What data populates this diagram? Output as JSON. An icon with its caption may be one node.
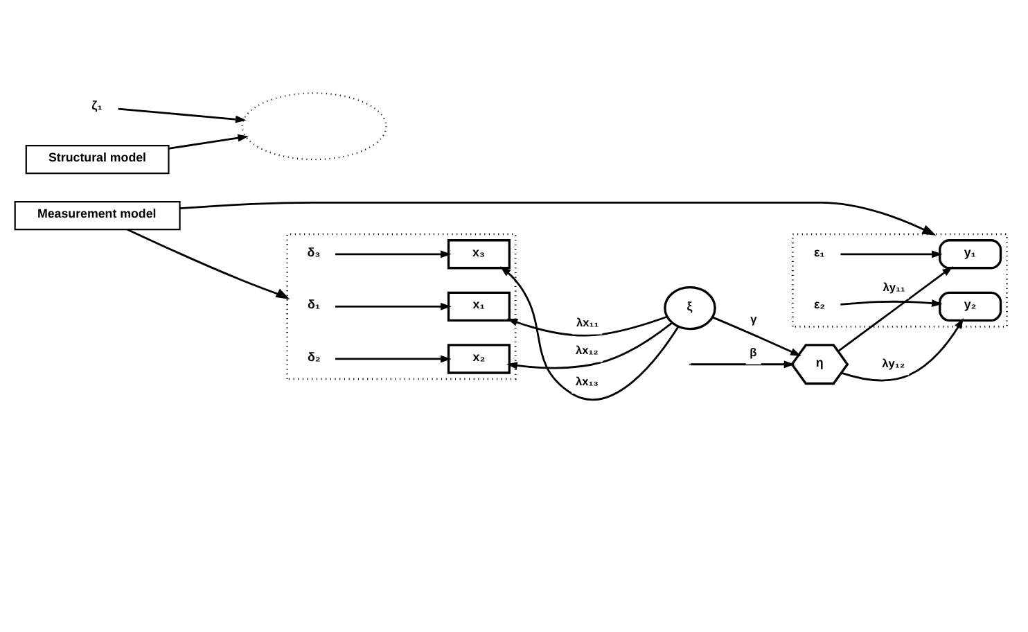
{
  "diagram": {
    "nodes": [
      {
        "text": [
          "Measurement model"
        ]
      },
      {
        "text": [],
        "shape": "box"
      },
      {
        "text": [],
        "shape": "box"
      },
      {
        "text": [
          "δ₁"
        ],
        "in": 1
      },
      {
        "text": [
          "x₁"
        ],
        "in": 1
      },
      {
        "text": [
          "ζ₁"
        ]
      },
      {
        "text": [
          "y₁"
        ],
        "in": 2
      },
      {
        "text": [
          "ε₁"
        ],
        "in": 2
      },
      {
        "text": [],
        "shape": "ellipse"
      },
      {
        "text": [
          "δ₂"
        ],
        "in": 1
      },
      {
        "text": [
          "x₂"
        ],
        "in": 1
      },
      {
        "text": [
          "ξ"
        ]
      },
      {
        "text": [
          "η"
        ]
      },
      {
        "text": [
          "δ₃"
        ],
        "in": 1
      },
      {
        "text": [
          "x₃"
        ],
        "in": 1
      },
      {
        "text": [
          "y₂"
        ],
        "in": 2
      },
      {
        "text": [
          "ε₂"
        ],
        "in": 2
      },
      {
        "text": [
          "Structural model"
        ]
      }
    ],
    "edges": [
      {
        "from": 0,
        "to": 1,
        "arrow": "to"
      },
      {
        "from": 0,
        "to": 2,
        "arrow": "to"
      },
      {
        "from": 3,
        "to": 4,
        "arrow": "to"
      },
      {
        "from": 11,
        "to": 4,
        "arrow": "to",
        "label": "λx₁₁"
      },
      {
        "from": 5,
        "to": 8,
        "arrow": "to"
      },
      {
        "from": 12,
        "to": 6,
        "arrow": "to",
        "label": "λy₁₁"
      },
      {
        "from": 7,
        "to": 6,
        "arrow": "to"
      },
      {
        "from": 9,
        "to": 10,
        "arrow": "to"
      },
      {
        "from": 11,
        "to": 10,
        "arrow": "to",
        "label": "λx₁₂"
      },
      {
        "from": 11,
        "to": 12,
        "arrow": "to",
        "label": "γ"
      },
      {
        "from": null,
        "to": 12,
        "arrow": "to",
        "label": "β"
      },
      {
        "from": 12,
        "to": 15,
        "arrow": "to",
        "label": "λy₁₂"
      },
      {
        "from": 13,
        "to": 14,
        "arrow": "to"
      },
      {
        "from": 11,
        "to": 14,
        "arrow": "to",
        "label": "λx₁₃"
      },
      {
        "from": 16,
        "to": 15,
        "arrow": "to"
      },
      {
        "from": 17,
        "to": 8,
        "arrow": "to"
      }
    ]
  }
}
